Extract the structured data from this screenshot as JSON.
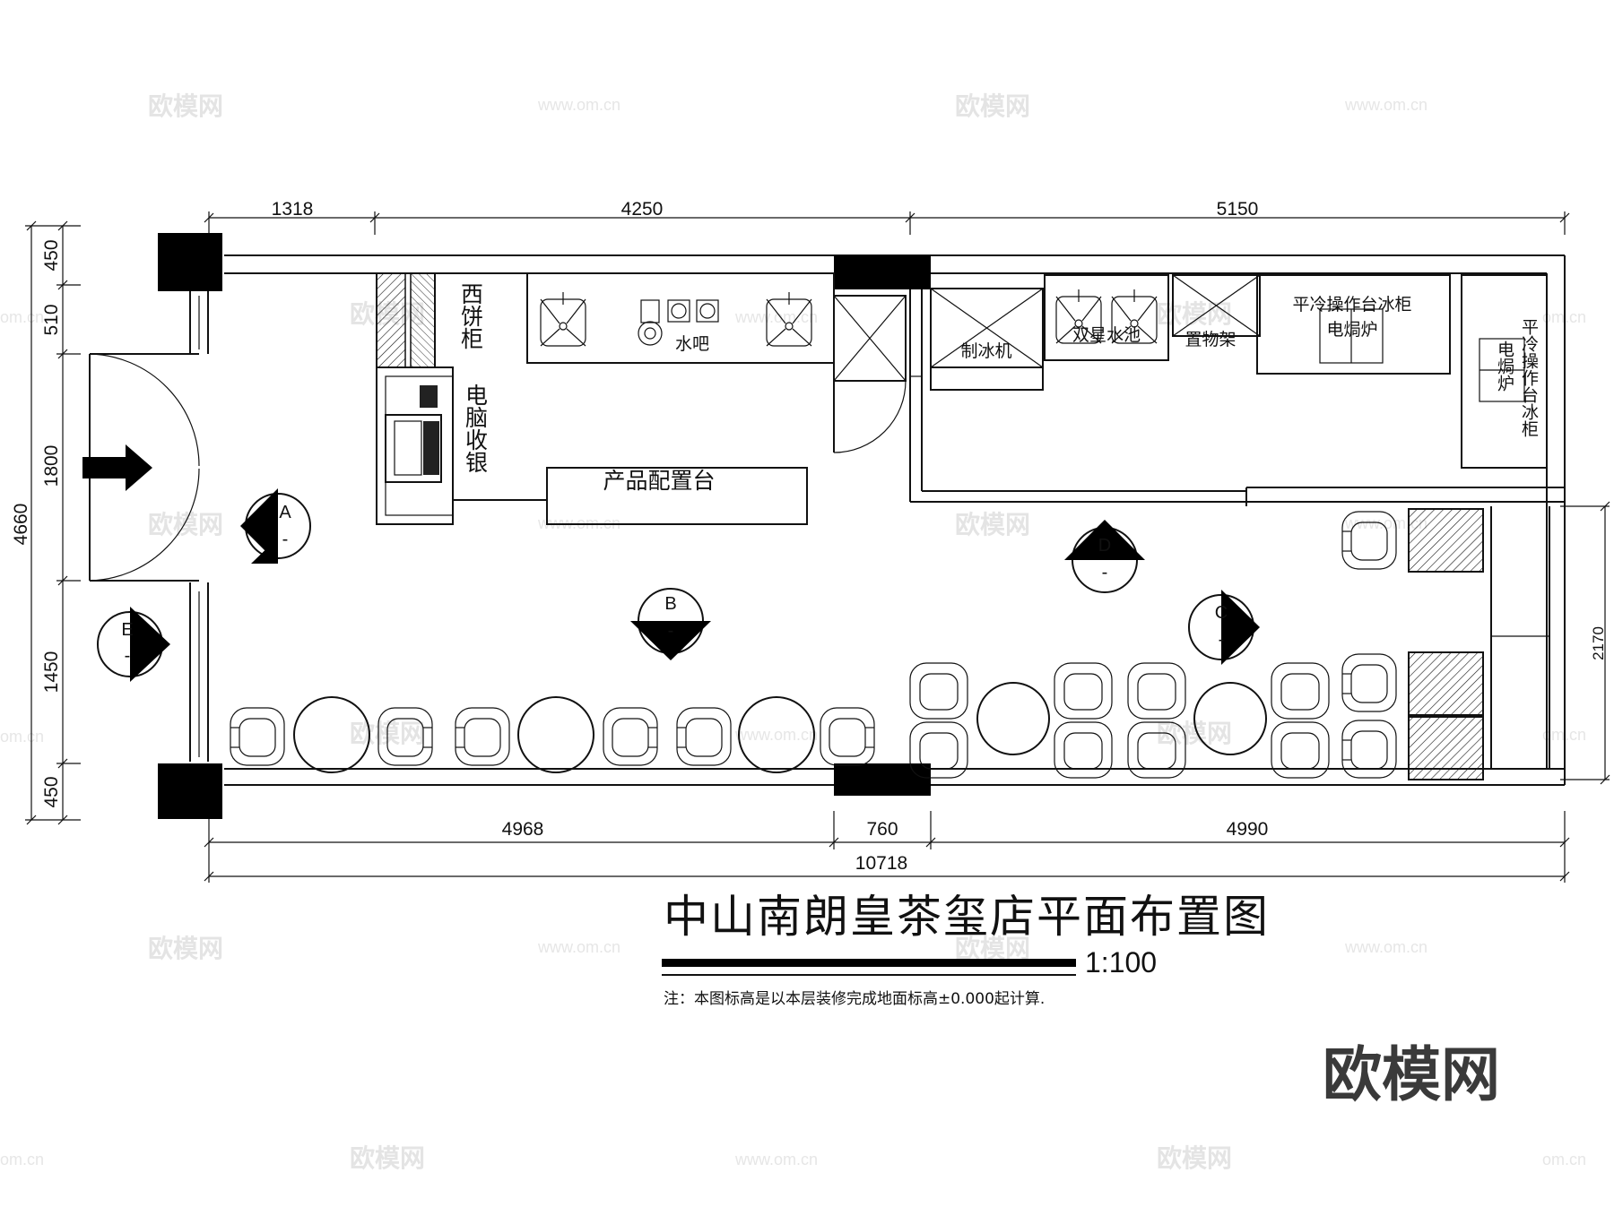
{
  "drawing": {
    "title": "中山南朗皇茶玺店平面布置图",
    "scale": "1:100",
    "note": "注：本图标高是以本层装修完成地面标高±0.000起计算."
  },
  "dimensions": {
    "top": [
      "1318",
      "4250",
      "5150"
    ],
    "bottom": [
      "4968",
      "760",
      "4990"
    ],
    "total_width": "10718",
    "left_total": "4660",
    "left": [
      "450",
      "510",
      "1800",
      "1450",
      "450"
    ],
    "right": "2170"
  },
  "labels": {
    "pastry_cabinet": "西饼柜",
    "cashier": "电脑收银",
    "water_bar": "水吧",
    "product_table": "产品配置台",
    "ice_machine": "制冰机",
    "double_sink": "双星水池",
    "shelf": "置物架",
    "fridge_counter_top": "平冷操作台冰柜",
    "stove_top": "电焗炉",
    "fridge_counter_side": "平冷操作台冰柜",
    "stove_side": "电焗炉"
  },
  "markers": [
    {
      "letter": "A",
      "sub": "-"
    },
    {
      "letter": "B",
      "sub": "-"
    },
    {
      "letter": "C",
      "sub": "-"
    },
    {
      "letter": "D",
      "sub": "-"
    },
    {
      "letter": "E",
      "sub": "-"
    }
  ],
  "watermark": {
    "brand": "欧模网",
    "site": "www.om.cn",
    "site_short": "om.cn"
  }
}
